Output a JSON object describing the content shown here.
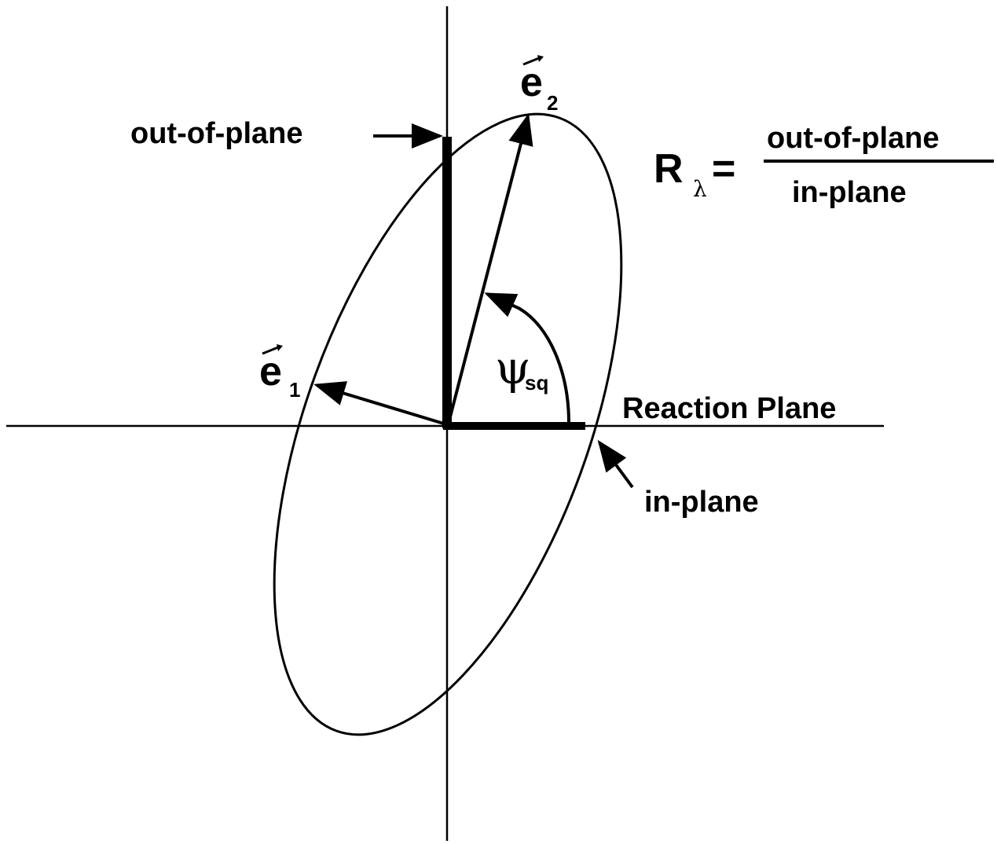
{
  "labels": {
    "out_of_plane": "out-of-plane",
    "in_plane": "in-plane",
    "reaction_plane": "Reaction Plane",
    "e1_base": "e",
    "e1_sub": "1",
    "e2_base": "e",
    "e2_sub": "2",
    "psi_symbol": "ψ",
    "psi_sub": "sq"
  },
  "formula": {
    "lhs_symbol": "R",
    "lhs_sub": "λ",
    "equals": "=",
    "numerator": "out-of-plane",
    "denominator": "in-plane"
  },
  "colors": {
    "ink": "#000000",
    "background": "#ffffff"
  }
}
